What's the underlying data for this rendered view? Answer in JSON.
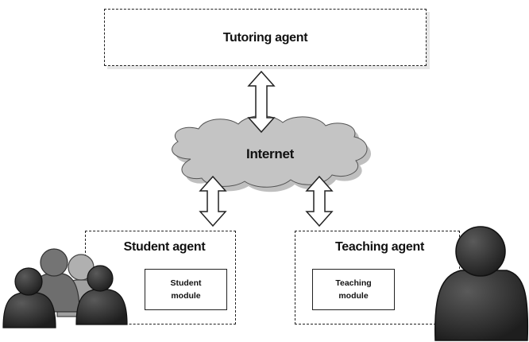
{
  "tutoring_agent": {
    "label": "Tutoring agent"
  },
  "internet": {
    "label": "Internet"
  },
  "student_agent": {
    "label": "Student agent",
    "module_label": "Student\nmodule"
  },
  "teaching_agent": {
    "label": "Teaching agent",
    "module_label": "Teaching\nmodule"
  },
  "colors": {
    "cloud_fill": "#c4c4c4",
    "person_dark": "#2e2e2e",
    "person_mid": "#6a6a6a",
    "person_light": "#9a9a9a",
    "line": "#222222"
  }
}
